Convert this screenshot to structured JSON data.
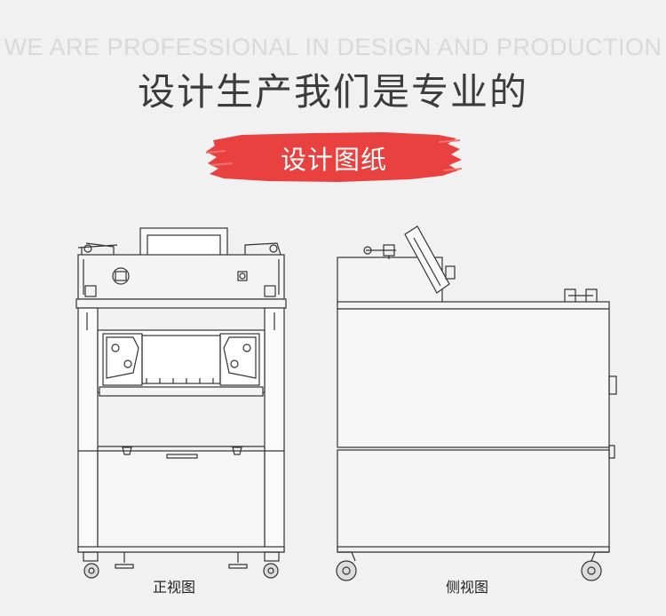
{
  "header": {
    "tagline": "WE ARE PROFESSIONAL IN DESIGN AND PRODUCTION",
    "title": "设计生产我们是专业的",
    "banner_label": "设计图纸"
  },
  "views": {
    "front_caption": "正视图",
    "side_caption": "侧视图"
  },
  "colors": {
    "background": "#f1f1f1",
    "banner": "#e8413f",
    "line": "#333333"
  }
}
